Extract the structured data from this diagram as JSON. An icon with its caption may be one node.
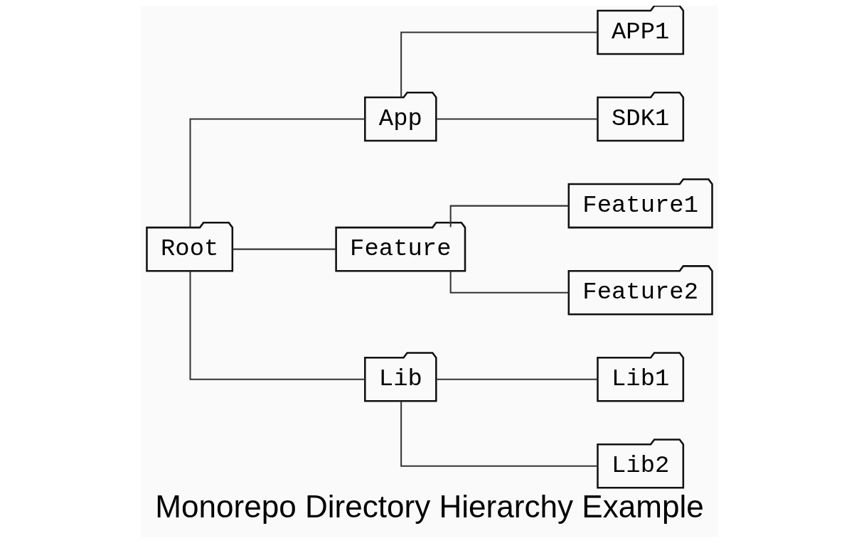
{
  "diagram": {
    "caption": "Monorepo Directory Hierarchy Example",
    "nodes": [
      {
        "text": [
          "Root"
        ]
      },
      {
        "text": [
          "App"
        ]
      },
      {
        "text": [
          "APP1"
        ]
      },
      {
        "text": [
          "SDK1"
        ]
      },
      {
        "text": [
          "Feature"
        ]
      },
      {
        "text": [
          "Feature1"
        ]
      },
      {
        "text": [
          "Feature2"
        ]
      },
      {
        "text": [
          "Lib"
        ]
      },
      {
        "text": [
          "Lib1"
        ]
      },
      {
        "text": [
          "Lib2"
        ]
      }
    ],
    "edges": [
      {
        "from": 0,
        "to": 1,
        "arrow": "none"
      },
      {
        "from": 0,
        "to": 4,
        "arrow": "none"
      },
      {
        "from": 0,
        "to": 7,
        "arrow": "none"
      },
      {
        "from": 1,
        "to": 2,
        "arrow": "none"
      },
      {
        "from": 1,
        "to": 3,
        "arrow": "none"
      },
      {
        "from": 4,
        "to": 5,
        "arrow": "none"
      },
      {
        "from": 4,
        "to": 6,
        "arrow": "none"
      },
      {
        "from": 7,
        "to": 8,
        "arrow": "none"
      },
      {
        "from": 7,
        "to": 9,
        "arrow": "none"
      }
    ]
  }
}
